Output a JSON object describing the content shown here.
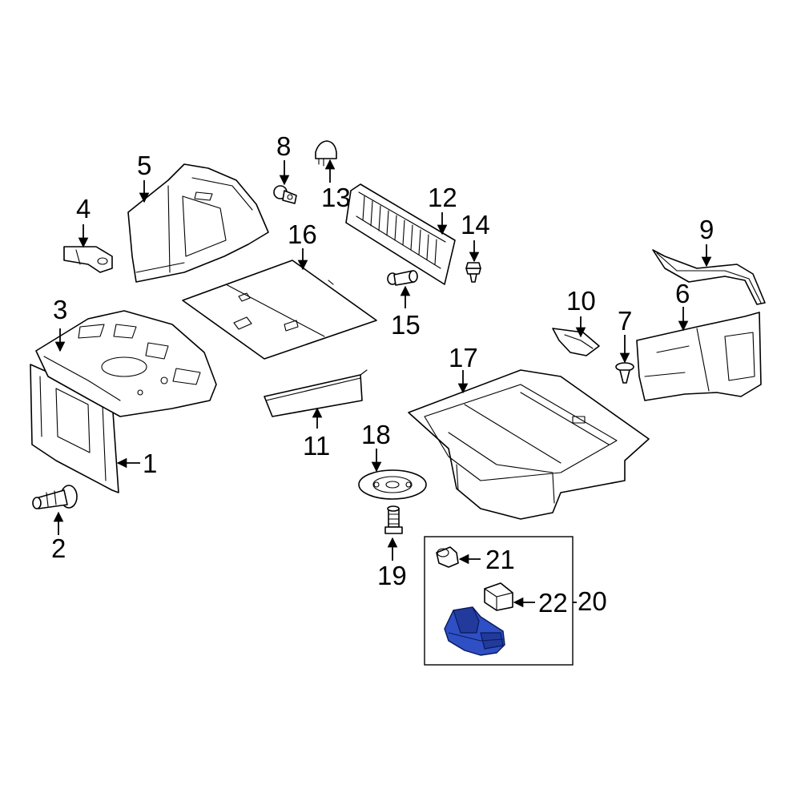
{
  "callouts": {
    "c1": "1",
    "c2": "2",
    "c3": "3",
    "c4": "4",
    "c5": "5",
    "c6": "6",
    "c7": "7",
    "c8": "8",
    "c9": "9",
    "c10": "10",
    "c11": "11",
    "c12": "12",
    "c13": "13",
    "c14": "14",
    "c15": "15",
    "c16": "16",
    "c17": "17",
    "c18": "18",
    "c19": "19",
    "c20": "20",
    "c21": "21",
    "c22": "22"
  },
  "colors": {
    "highlight": "#2f4fc4",
    "linework": "#000000",
    "background": "#ffffff"
  }
}
